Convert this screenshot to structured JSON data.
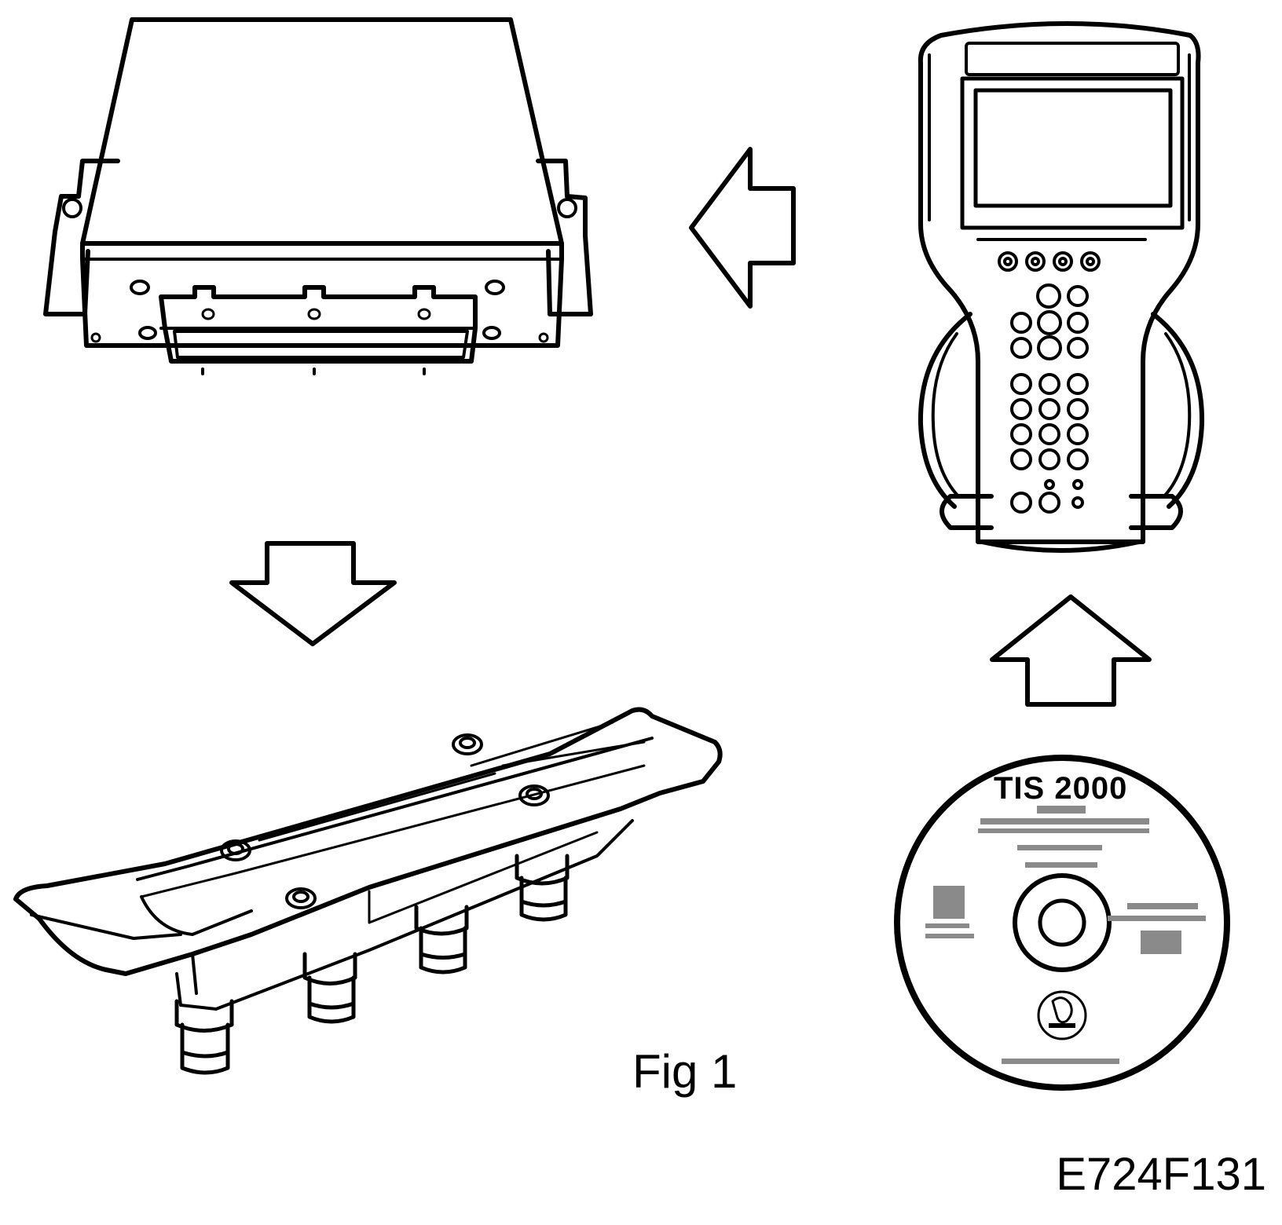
{
  "figure": {
    "caption": "Fig 1",
    "drawing_code": "E724F131"
  },
  "disc": {
    "title": "TIS 2000"
  },
  "colors": {
    "line": "#000000",
    "background": "#ffffff",
    "blur_text": "#8a8a8a"
  },
  "components": [
    "control-module",
    "diagnostic-tool",
    "ignition-cassette",
    "software-disc"
  ]
}
